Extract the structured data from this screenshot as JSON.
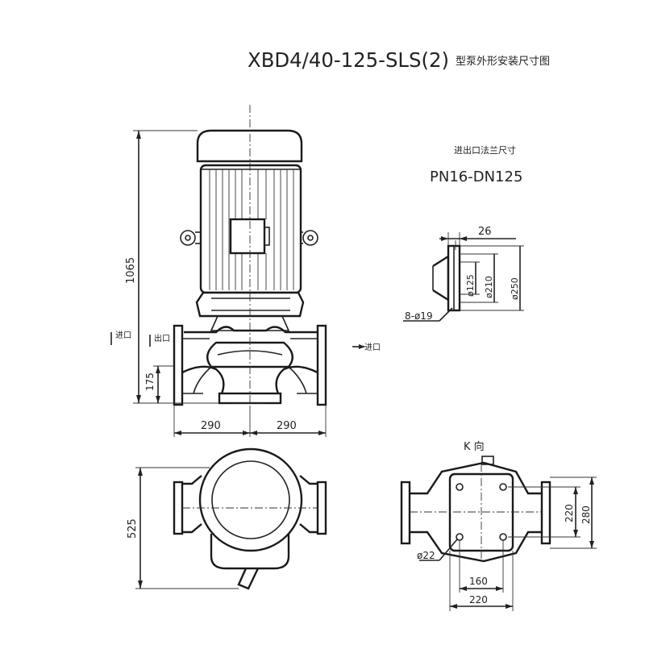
{
  "title": {
    "model": "XBD4/40-125-SLS(2)",
    "suffix": "型泵外形安装尺寸图"
  },
  "flange": {
    "heading": "进出口法兰尺寸",
    "spec": "PN16-DN125",
    "thickness": "26",
    "d_inner": "ø125",
    "d_bolt_circle": "ø210",
    "d_outer": "ø250",
    "bolts": "8-ø19"
  },
  "front_view": {
    "height": "1065",
    "inlet_height": "175",
    "half_width_left": "290",
    "half_width_right": "290",
    "inlet_label_left": "进口",
    "outlet_label": "出口",
    "inlet_label_right": "进口"
  },
  "top_view": {
    "depth": "525"
  },
  "k_view": {
    "label": "K 向",
    "hole": "ø22",
    "inner_h": "220",
    "outer_h": "280",
    "inner_w": "160",
    "outer_w": "220"
  }
}
